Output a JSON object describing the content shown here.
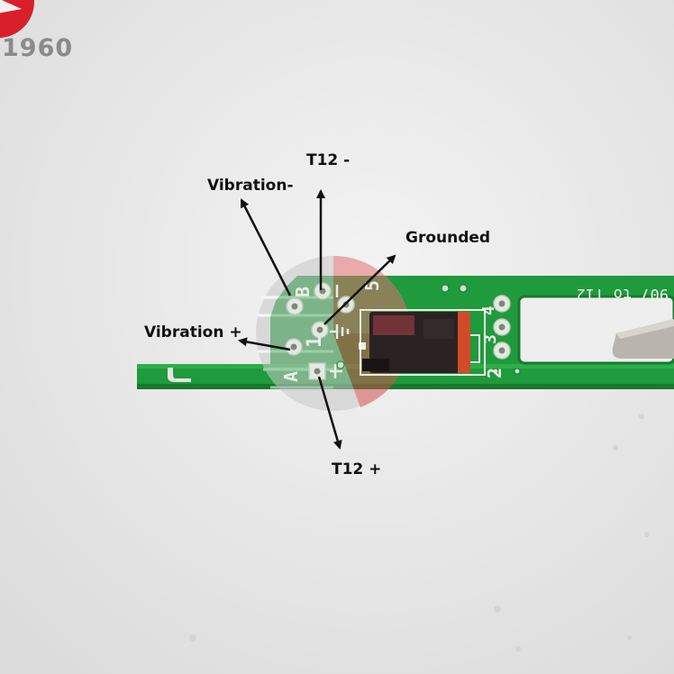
{
  "watermark": {
    "text": "1960",
    "color": "#8a8a8a",
    "logo_color": "#d8202a"
  },
  "callouts": {
    "t12_minus": "T12 -",
    "vibration_minus": "Vibration-",
    "grounded": "Grounded",
    "vibration_plus": "Vibration +",
    "t12_plus": "T12 +"
  },
  "board": {
    "silkscreen_title": "907 to T12",
    "pad_labels": {
      "b": "B",
      "a": "A",
      "one": "1",
      "five": "5",
      "two": "2",
      "three": "3",
      "four": "4"
    },
    "colors": {
      "pcb": "#1f9a3c",
      "pcb_edge": "#167a2c",
      "silkscreen": "#e8efe6",
      "component": "#2a2222",
      "band": "#d24a2a"
    }
  },
  "icons": [
    "arrow-icon",
    "logo-icon"
  ]
}
